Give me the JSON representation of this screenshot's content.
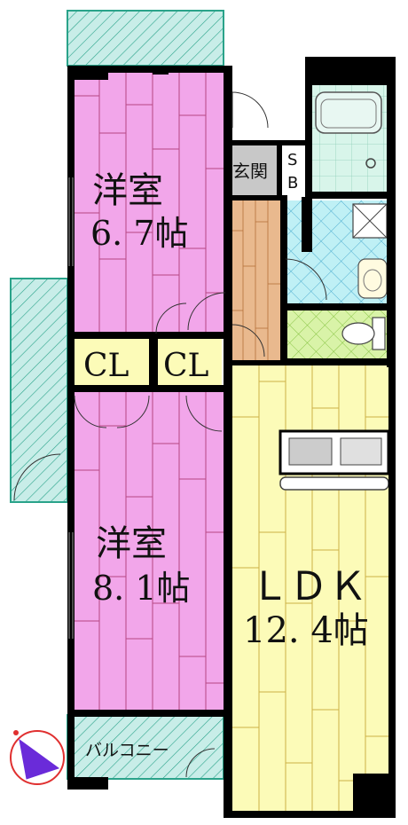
{
  "rooms": {
    "bedroom_top": {
      "name": "洋室",
      "size": "6. 7帖"
    },
    "bedroom_bottom": {
      "name": "洋室",
      "size": "8. 1帖"
    },
    "closet_left": {
      "label": "CL"
    },
    "closet_right": {
      "label": "CL"
    },
    "ldk": {
      "name": "ＬＤＫ",
      "size": "12. 4帖"
    },
    "entrance": {
      "label": "玄関"
    },
    "shoe_box_top": {
      "label": "S"
    },
    "shoe_box_bottom": {
      "label": "B"
    },
    "balcony": {
      "label": "バルコニー"
    }
  },
  "colors": {
    "bedroom": "#f2a6ea",
    "ldk": "#fcfbb8",
    "wood_hall": "#e9b98e",
    "bathroom": "#d8f5ea",
    "washroom": "#bff0f5",
    "toilet": "#d9f3a8",
    "balcony": "#c8ede8",
    "closet": "#fcfbb8",
    "entrance": "#c8c8c8",
    "wall": "#000000",
    "compass": "#6a2bd9"
  }
}
